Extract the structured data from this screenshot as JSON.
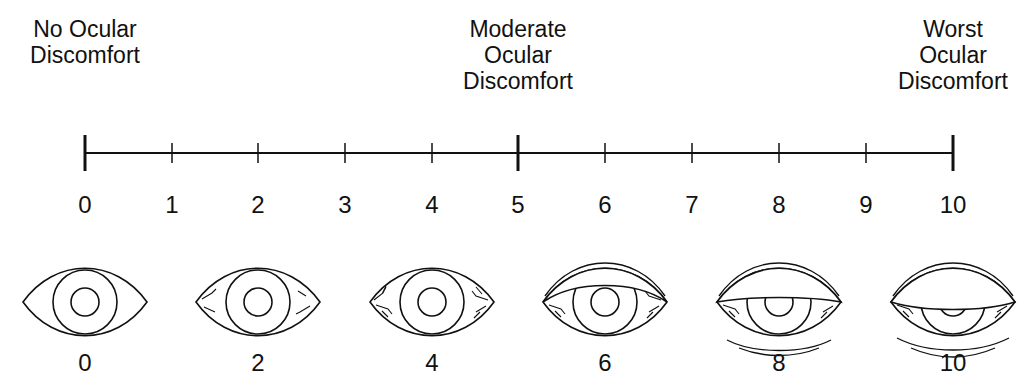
{
  "diagram": {
    "labels": [
      "No Ocular Discomfort",
      "Moderate Ocular Discomfort",
      "Worst Ocular Discomfort",
      "0",
      "1",
      "2",
      "3",
      "4",
      "5",
      "6",
      "7",
      "8",
      "9",
      "10",
      "0",
      "2",
      "4",
      "6",
      "8",
      "10"
    ]
  }
}
